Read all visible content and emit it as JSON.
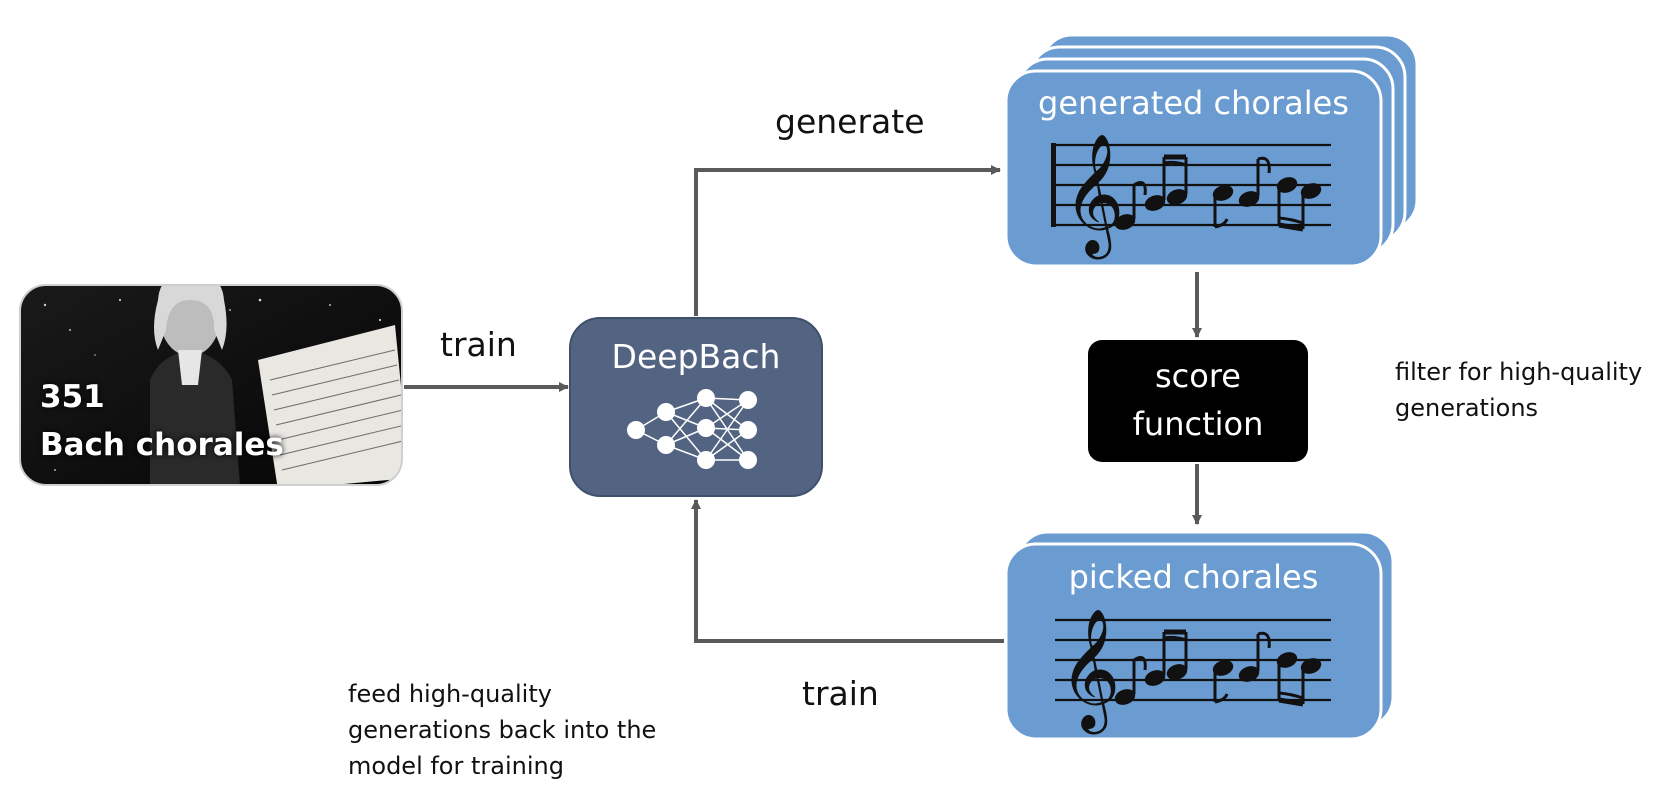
{
  "nodes": {
    "bach": {
      "line1": "351",
      "line2": "Bach chorales"
    },
    "deepbach": {
      "title": "DeepBach"
    },
    "generated": {
      "title": "generated chorales"
    },
    "score": {
      "line1": "score",
      "line2": "function"
    },
    "picked": {
      "title": "picked chorales"
    }
  },
  "edges": {
    "train_in": "train",
    "generate": "generate",
    "train_back": "train"
  },
  "annotations": {
    "filter": [
      "filter for high-quality",
      "generations"
    ],
    "feed": [
      "feed high-quality",
      "generations back into the",
      "model for training"
    ]
  },
  "colors": {
    "chorale_fill": "#6a9bd1",
    "deepbach_fill": "#526482",
    "score_fill": "#000000",
    "arrow": "#5a5a5a"
  }
}
